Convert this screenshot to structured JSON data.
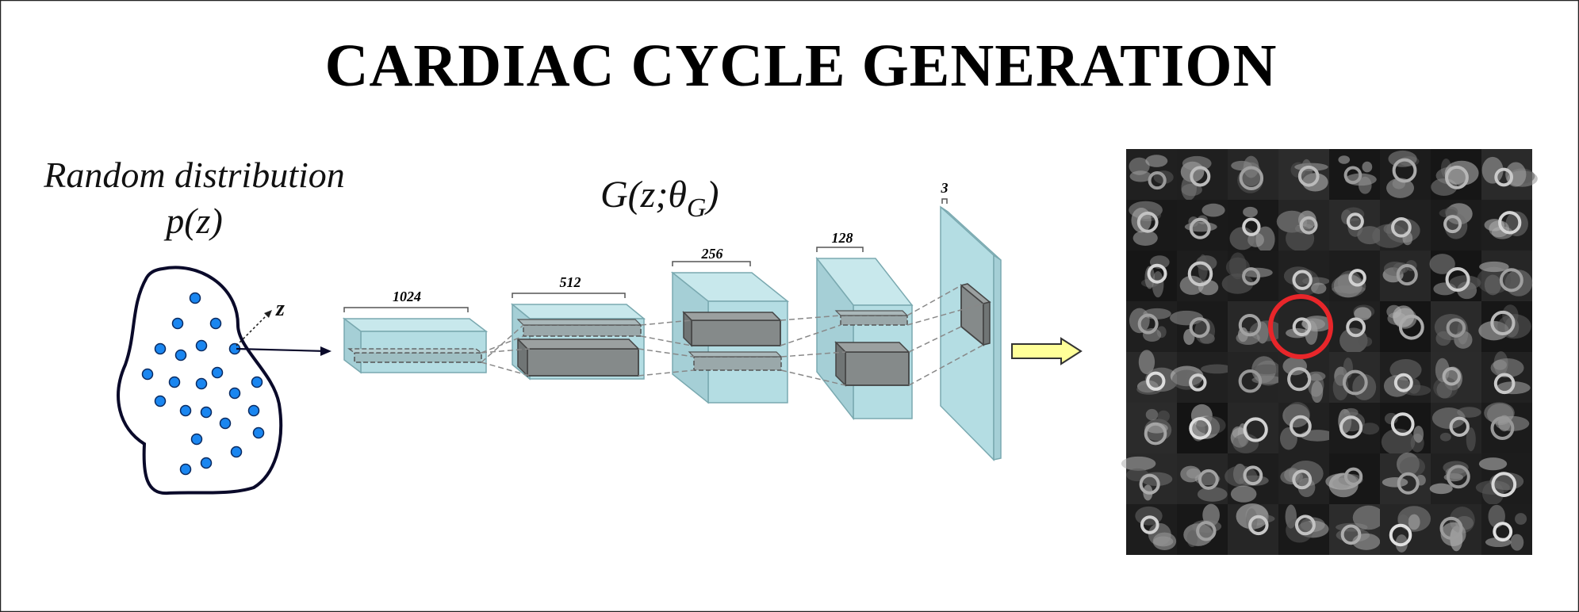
{
  "title": "CARDIAC CYCLE GENERATION",
  "distribution": {
    "line1": "Random distribution",
    "line2": "p(z)",
    "sample_label": "z"
  },
  "generator": {
    "label_main": "G(z;θ",
    "label_sub": "G",
    "label_close": ")"
  },
  "layers": [
    {
      "size_label": "1024"
    },
    {
      "size_label": "512"
    },
    {
      "size_label": "256"
    },
    {
      "size_label": "128"
    },
    {
      "size_label": "3"
    }
  ],
  "output_grid": {
    "rows": 8,
    "cols": 8,
    "highlight": {
      "row": 3,
      "col": 3
    }
  },
  "colors": {
    "block_face": "#b4dde3",
    "block_dark": "#8a8f8f",
    "dot": "#1a86f0",
    "arrow_yellow": "#ffff99",
    "highlight_ring": "#e8262a"
  }
}
